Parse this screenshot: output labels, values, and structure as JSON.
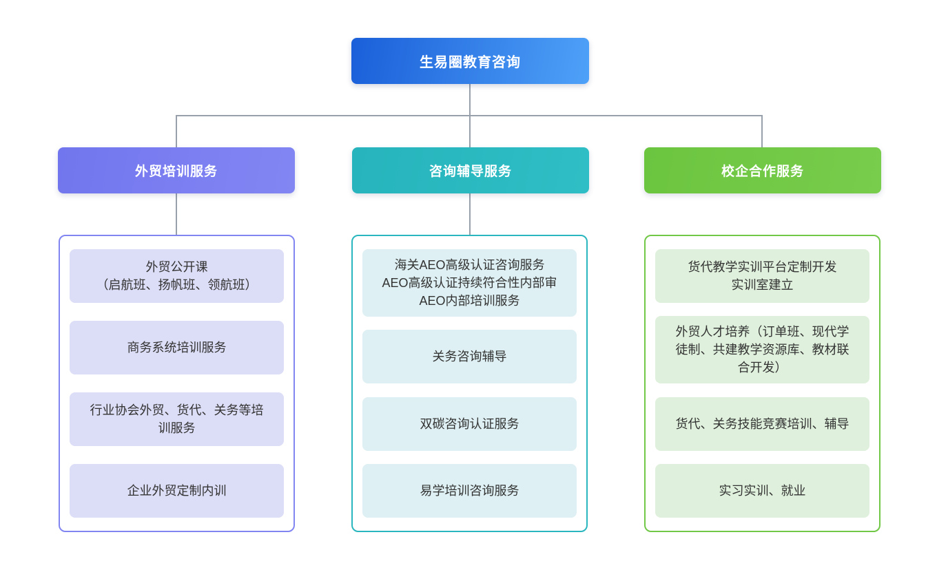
{
  "diagram": {
    "root": {
      "label": "生易圈教育咨询"
    },
    "branches": [
      {
        "title": "外贸培训服务",
        "items": [
          "外贸公开课\n（启航班、扬帆班、领航班）",
          "商务系统培训服务",
          "行业协会外贸、货代、关务等培\n训服务",
          "企业外贸定制内训"
        ]
      },
      {
        "title": "咨询辅导服务",
        "items": [
          "海关AEO高级认证咨询服务\nAEO高级认证持续符合性内部审\nAEO内部培训服务",
          "关务咨询辅导",
          "双碳咨询认证服务",
          "易学培训咨询服务"
        ]
      },
      {
        "title": "校企合作服务",
        "items": [
          "货代教学实训平台定制开发\n实训室建立",
          "外贸人才培养（订单班、现代学\n徒制、共建教学资源库、教材联\n合开发）",
          "货代、关务技能竞赛培训、辅导",
          "实习实训、就业"
        ]
      }
    ],
    "colors": {
      "root_gradient_start": "#1a5fd9",
      "root_gradient_end": "#4ea1f8",
      "branch_1_header": "#757af0",
      "branch_2_header": "#29b6bd",
      "branch_3_header": "#70c743",
      "branch_1_item_bg": "#dcddf6",
      "branch_2_item_bg": "#def0f3",
      "branch_3_item_bg": "#dff1dc",
      "branch_1_border": "#8185f2",
      "branch_2_border": "#2ab6be",
      "branch_3_border": "#71c847",
      "connector": "#98a0ac"
    }
  }
}
